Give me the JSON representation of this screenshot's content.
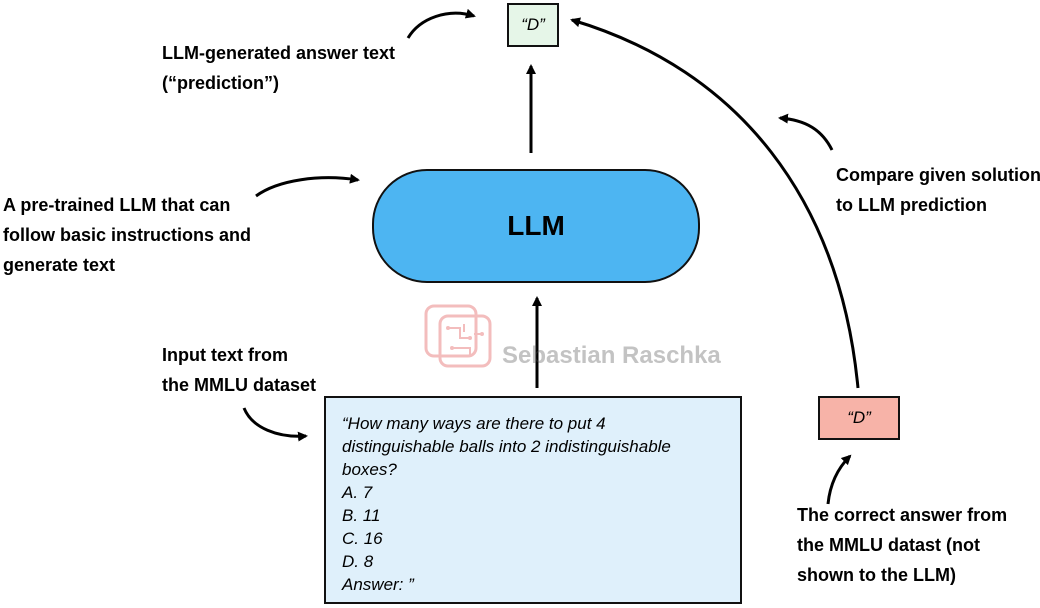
{
  "prediction_box": {
    "text": "“D”"
  },
  "prediction_label": {
    "lines": [
      "LLM-generated answer text",
      "(“prediction”)"
    ]
  },
  "llm_label": {
    "lines": [
      "A pre-trained LLM that can",
      "follow basic instructions and",
      "generate text"
    ]
  },
  "llm_box": {
    "text": "LLM"
  },
  "input_label": {
    "lines": [
      "Input text from",
      "the MMLU dataset"
    ]
  },
  "input_box": {
    "lines": [
      "“How many ways are there to put 4",
      "distinguishable balls into 2 indistinguishable",
      "boxes?",
      "A.  7",
      "B.  11",
      "C.  16",
      "D.  8",
      "Answer: ”"
    ]
  },
  "compare_label": {
    "lines": [
      "Compare given solution",
      "to LLM prediction"
    ]
  },
  "true_box": {
    "text": "“D”"
  },
  "true_label": {
    "lines": [
      "The correct answer from",
      "the MMLU datast  (not",
      "shown to the LLM)"
    ]
  },
  "watermark": {
    "text": "Sebastian Raschka",
    "color": "#e27a7a"
  },
  "colors": {
    "llm": "#4db5f2",
    "input": "#dff0fb",
    "prediction": "#e6f6e8",
    "truth": "#f7b3a8"
  }
}
